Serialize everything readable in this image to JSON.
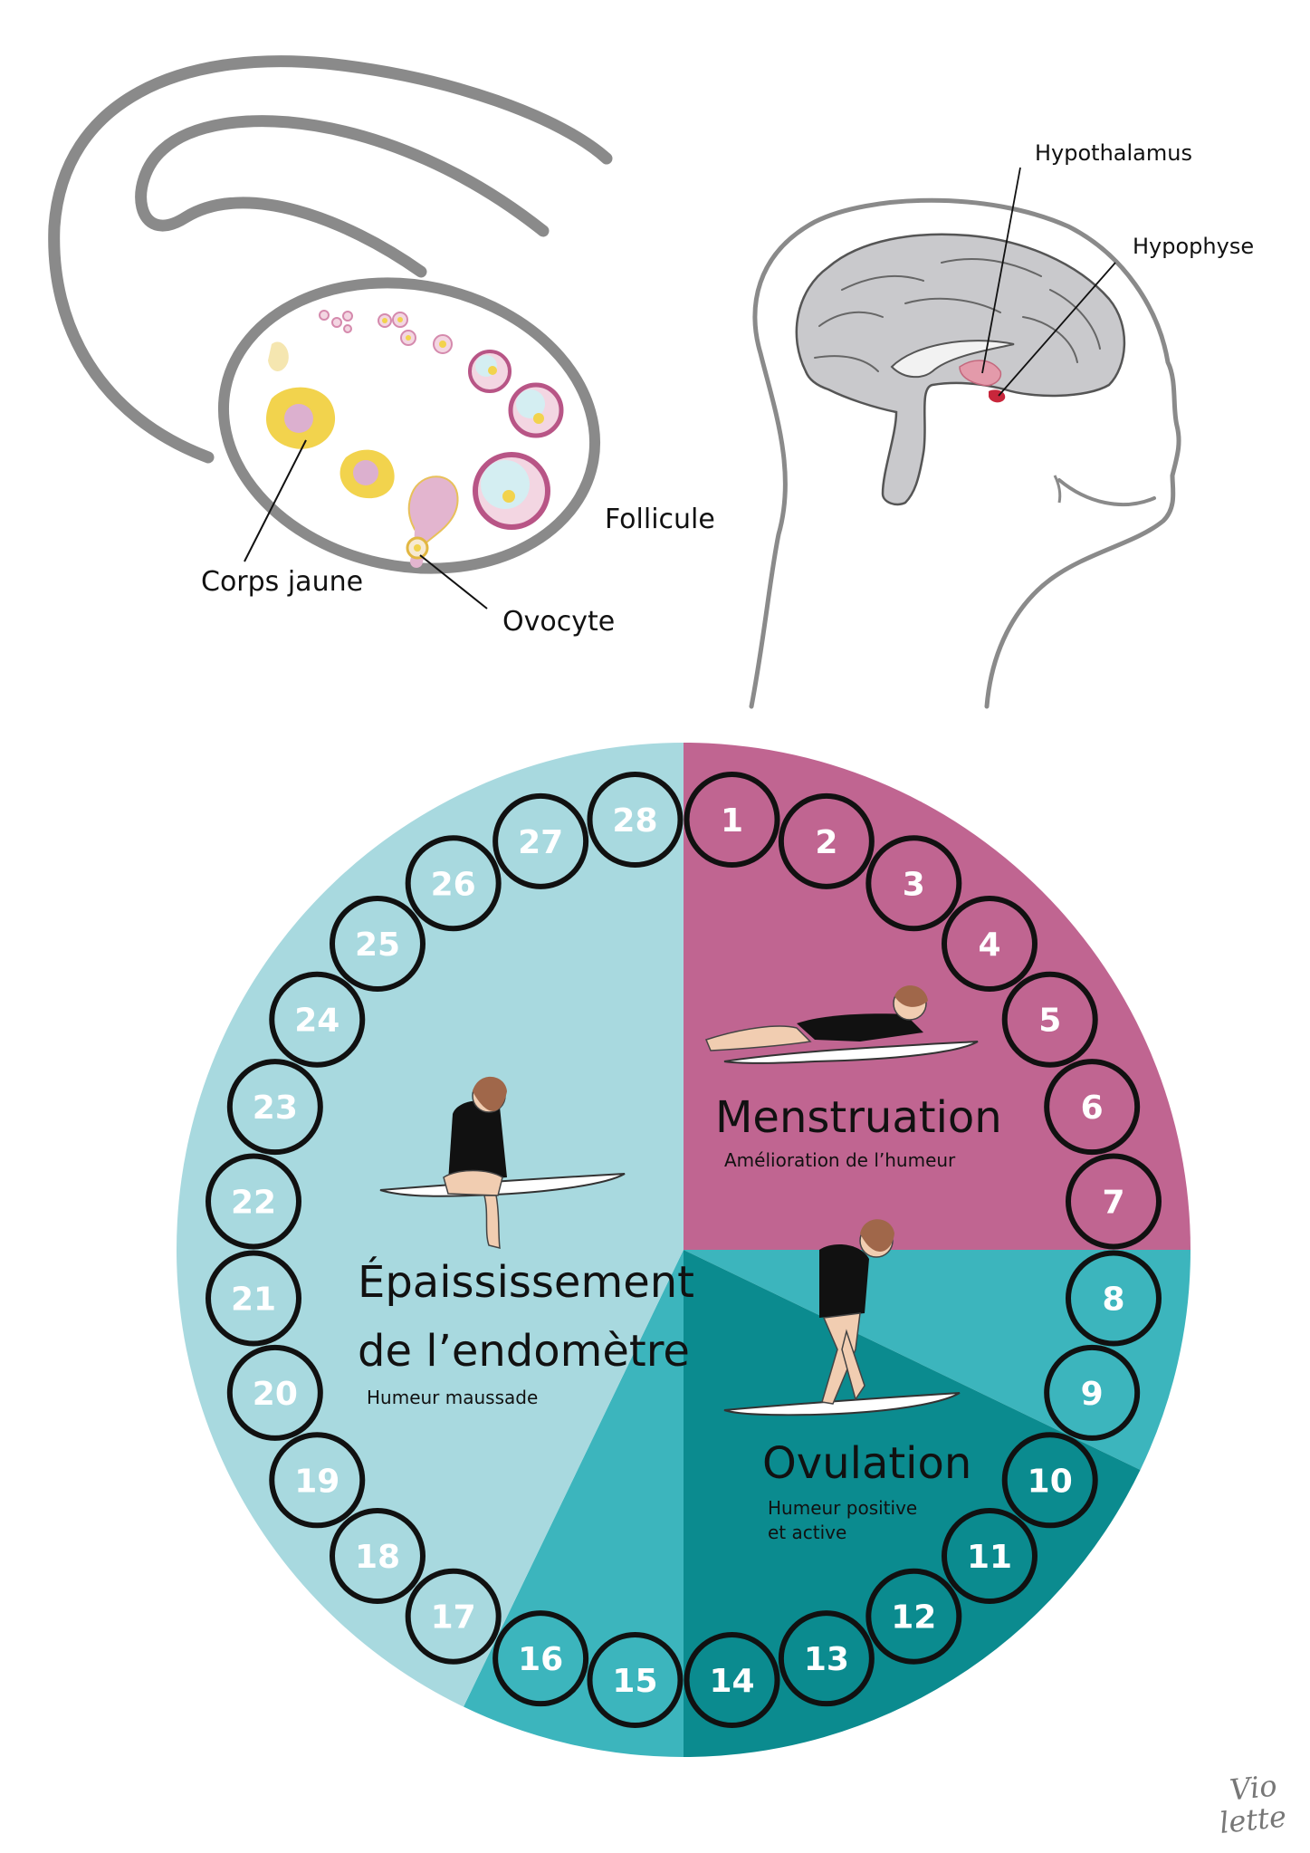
{
  "ovary": {
    "labels": {
      "follicule": "Follicule",
      "corps_jaune": "Corps jaune",
      "ovocyte": "Ovocyte"
    }
  },
  "brain": {
    "labels": {
      "hypothalamus": "Hypothalamus",
      "hypophyse": "Hypophyse"
    }
  },
  "cycle": {
    "days": [
      "1",
      "2",
      "3",
      "4",
      "5",
      "6",
      "7",
      "8",
      "9",
      "10",
      "11",
      "12",
      "13",
      "14",
      "15",
      "16",
      "17",
      "18",
      "19",
      "20",
      "21",
      "22",
      "23",
      "24",
      "25",
      "26",
      "27",
      "28"
    ],
    "phases": {
      "menstruation": {
        "title": "Menstruation",
        "mood": "Amélioration de l’humeur"
      },
      "ovulation": {
        "title": "Ovulation",
        "mood_line1": "Humeur positive",
        "mood_line2": "et active"
      },
      "thickening": {
        "title_line1": "Épaississement",
        "title_line2": "de l’endomètre",
        "mood": "Humeur maussade"
      }
    },
    "colors": {
      "menstruation": "#c06591",
      "ovulation_dark": "#0b8b8f",
      "ovulation_mid": "#3cb5bd",
      "thickening": "#a8d9df",
      "outline": "#111111"
    }
  },
  "signature": {
    "line1": "Vio",
    "line2": "lette"
  }
}
